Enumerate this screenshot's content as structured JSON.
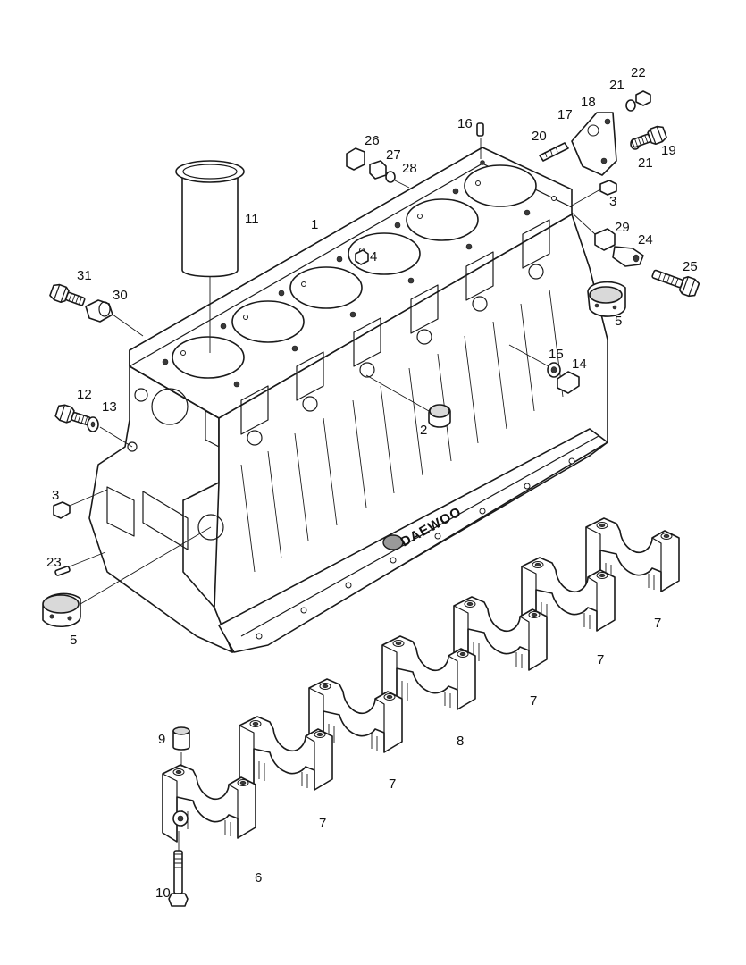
{
  "brand_text": "DAEWOO",
  "callouts": [
    {
      "id": "c1",
      "label": "1"
    },
    {
      "id": "c2",
      "label": "2"
    },
    {
      "id": "c3a",
      "label": "3"
    },
    {
      "id": "c3b",
      "label": "3"
    },
    {
      "id": "c4",
      "label": "4"
    },
    {
      "id": "c5a",
      "label": "5"
    },
    {
      "id": "c5b",
      "label": "5"
    },
    {
      "id": "c6",
      "label": "6"
    },
    {
      "id": "c7a",
      "label": "7"
    },
    {
      "id": "c7b",
      "label": "7"
    },
    {
      "id": "c7c",
      "label": "7"
    },
    {
      "id": "c7d",
      "label": "7"
    },
    {
      "id": "c7e",
      "label": "7"
    },
    {
      "id": "c8",
      "label": "8"
    },
    {
      "id": "c9",
      "label": "9"
    },
    {
      "id": "c10",
      "label": "10"
    },
    {
      "id": "c11",
      "label": "11"
    },
    {
      "id": "c12",
      "label": "12"
    },
    {
      "id": "c13",
      "label": "13"
    },
    {
      "id": "c14",
      "label": "14"
    },
    {
      "id": "c15",
      "label": "15"
    },
    {
      "id": "c16",
      "label": "16"
    },
    {
      "id": "c17",
      "label": "17"
    },
    {
      "id": "c18",
      "label": "18"
    },
    {
      "id": "c19",
      "label": "19"
    },
    {
      "id": "c20",
      "label": "20"
    },
    {
      "id": "c21a",
      "label": "21"
    },
    {
      "id": "c21b",
      "label": "21"
    },
    {
      "id": "c22",
      "label": "22"
    },
    {
      "id": "c23",
      "label": "23"
    },
    {
      "id": "c24",
      "label": "24"
    },
    {
      "id": "c25",
      "label": "25"
    },
    {
      "id": "c26",
      "label": "26"
    },
    {
      "id": "c27",
      "label": "27"
    },
    {
      "id": "c28",
      "label": "28"
    },
    {
      "id": "c29",
      "label": "29"
    },
    {
      "id": "c30",
      "label": "30"
    },
    {
      "id": "c31",
      "label": "31"
    }
  ]
}
